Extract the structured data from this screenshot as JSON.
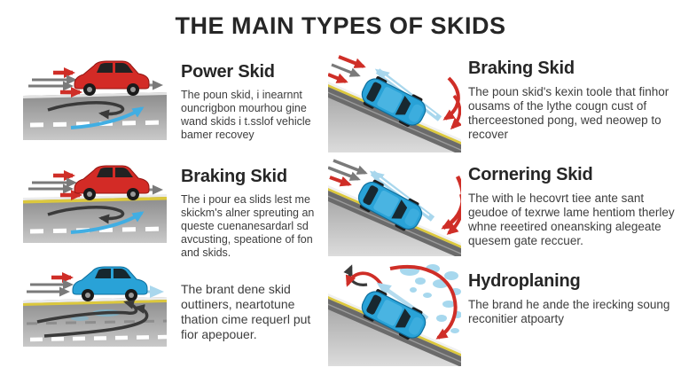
{
  "title": "THE MAIN TYPES OF SKIDS",
  "sections": {
    "left": [
      {
        "heading": "Power Skid",
        "body": "The poun skid, i inearnnt ouncrigbon mourhou gine wand skids i t.sslof vehicle bamer recovey"
      },
      {
        "heading": "Braking Skid",
        "body": "The i pour ea slids lest me skickm's alner spreuting an queste cuenanesardarl sd avcusting, speatione of fon and skids."
      },
      {
        "heading": "",
        "body": "The brant dene skid outtiners, neartotune thation cime requerl put fior apepouer."
      }
    ],
    "right": [
      {
        "heading": "Braking Skid",
        "body": "The poun skid's kexin toole that finhor ousams of the lythe cougn cust of therceestoned pong, wed neowep to recover"
      },
      {
        "heading": "Cornering Skid",
        "body": "The with le hecovrt tiee ante sant geudoe of texrwe lame hentiom therley whne reeetired oneansking alegeate quesem gate reccuer."
      },
      {
        "heading": "Hydroplaning",
        "body": "The brand he ande the irecking soung reconitier atpoarty"
      }
    ]
  },
  "colors": {
    "background": "#ffffff",
    "title_text": "#262626",
    "heading_text": "#262626",
    "body_text": "#3d3d3d",
    "red_car": "#d32b26",
    "blue_car": "#29a2d7",
    "red_arrow": "#cf2e27",
    "gray_arrow": "#7a7a7a",
    "black_arrow": "#3a3a3a",
    "blue_arrow": "#41aee3",
    "teal_arrow": "#a9d7ed",
    "road_gray": "#8a8a8a",
    "lane_yellow": "#dcc83d"
  }
}
